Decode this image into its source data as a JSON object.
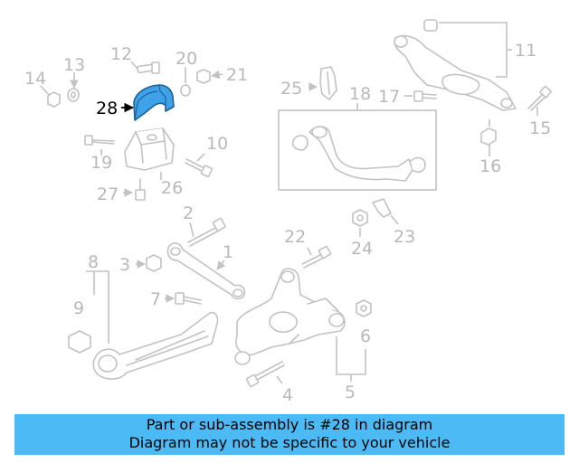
{
  "callouts": {
    "c1": "1",
    "c2": "2",
    "c3": "3",
    "c4": "4",
    "c5": "5",
    "c6": "6",
    "c7": "7",
    "c8": "8",
    "c9": "9",
    "c10": "10",
    "c11": "11",
    "c12": "12",
    "c13": "13",
    "c14": "14",
    "c15": "15",
    "c16": "16",
    "c17": "17",
    "c18": "18",
    "c19": "19",
    "c20": "20",
    "c21": "21",
    "c22": "22",
    "c23": "23",
    "c24": "24",
    "c25": "25",
    "c26": "26",
    "c27": "27",
    "c28": "28"
  },
  "highlight": {
    "part_number": "28",
    "color": "#3ea2e8"
  },
  "banner": {
    "line1": "Part or sub-assembly is #28 in diagram",
    "line2": "Diagram may not be specific to your vehicle",
    "color": "#4cbaf4"
  }
}
